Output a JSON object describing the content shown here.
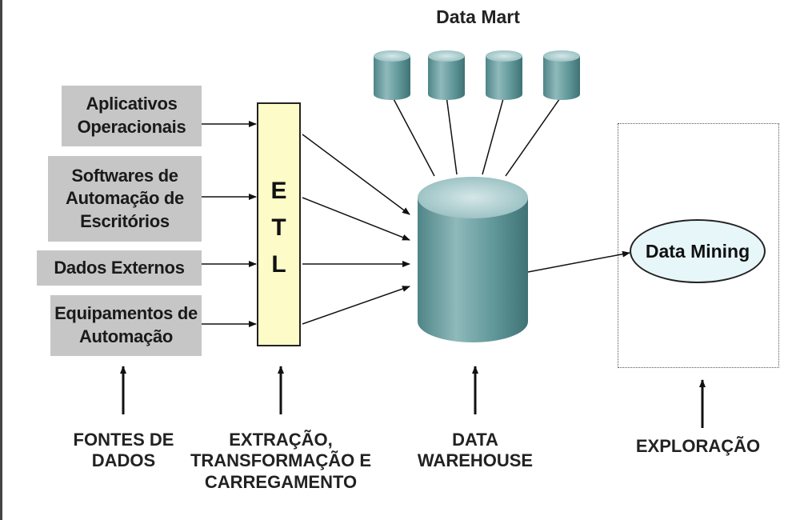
{
  "title": "Data Mart",
  "sources": [
    "Aplicativos Operacionais",
    "Softwares de Automação de Escritórios",
    "Dados Externos",
    "Equipamentos de Automação"
  ],
  "etl_letters": [
    "E",
    "T",
    "L"
  ],
  "data_mining_label": "Data Mining",
  "captions": {
    "sources": "FONTES DE DADOS",
    "etl": "EXTRAÇÃO, TRANSFORMAÇÃO E CARREGAMENTO",
    "warehouse": "DATA WAREHOUSE",
    "exploration": "EXPLORAÇÃO"
  },
  "colors": {
    "cylinder_body": "#5f9698",
    "cylinder_top": "#a3c6c8",
    "source_fill": "#c6c6c6",
    "etl_fill": "#fdfcc8",
    "mining_fill": "#e6f6f9"
  }
}
